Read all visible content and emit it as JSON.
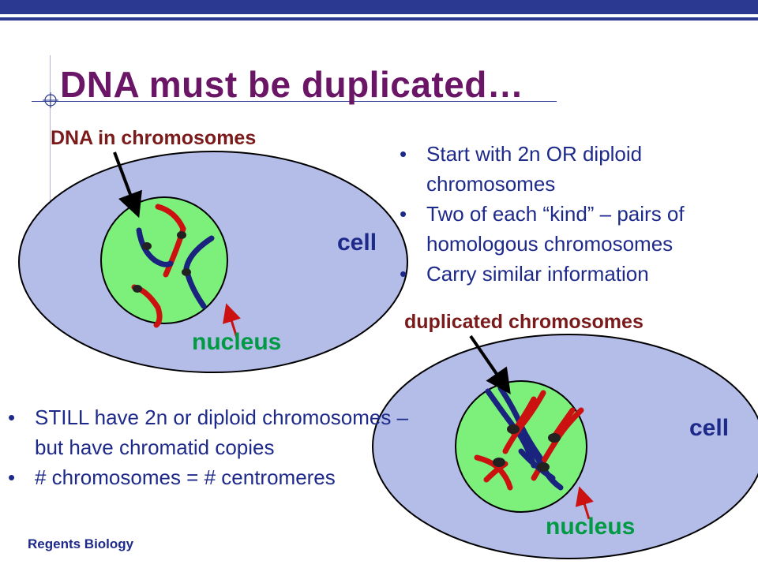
{
  "slide": {
    "title": "DNA must be duplicated…",
    "footer": "Regents Biology"
  },
  "labels": {
    "dna_in_chromosomes": "DNA in chromosomes",
    "duplicated_chromosomes": "duplicated chromosomes",
    "cell_top": "cell",
    "cell_bottom": "cell",
    "nucleus_top": "nucleus",
    "nucleus_bottom": "nucleus"
  },
  "bullets_top": [
    "Start with 2n OR diploid chromosomes",
    "Two of each “kind” – pairs of homologous chromosomes",
    "Carry similar information"
  ],
  "bullets_bottom": [
    "STILL have 2n or diploid chromosomes – but have chromatid copies",
    "# chromosomes = # centromeres"
  ],
  "colors": {
    "theme_blue": "#2b3990",
    "title_purple": "#6b1566",
    "cell_fill": "#b4bce8",
    "nucleus_fill": "#7cf07a",
    "chromosome_red": "#cc1111",
    "chromosome_blue": "#1a237e",
    "nucleus_label_green": "#009a44"
  }
}
